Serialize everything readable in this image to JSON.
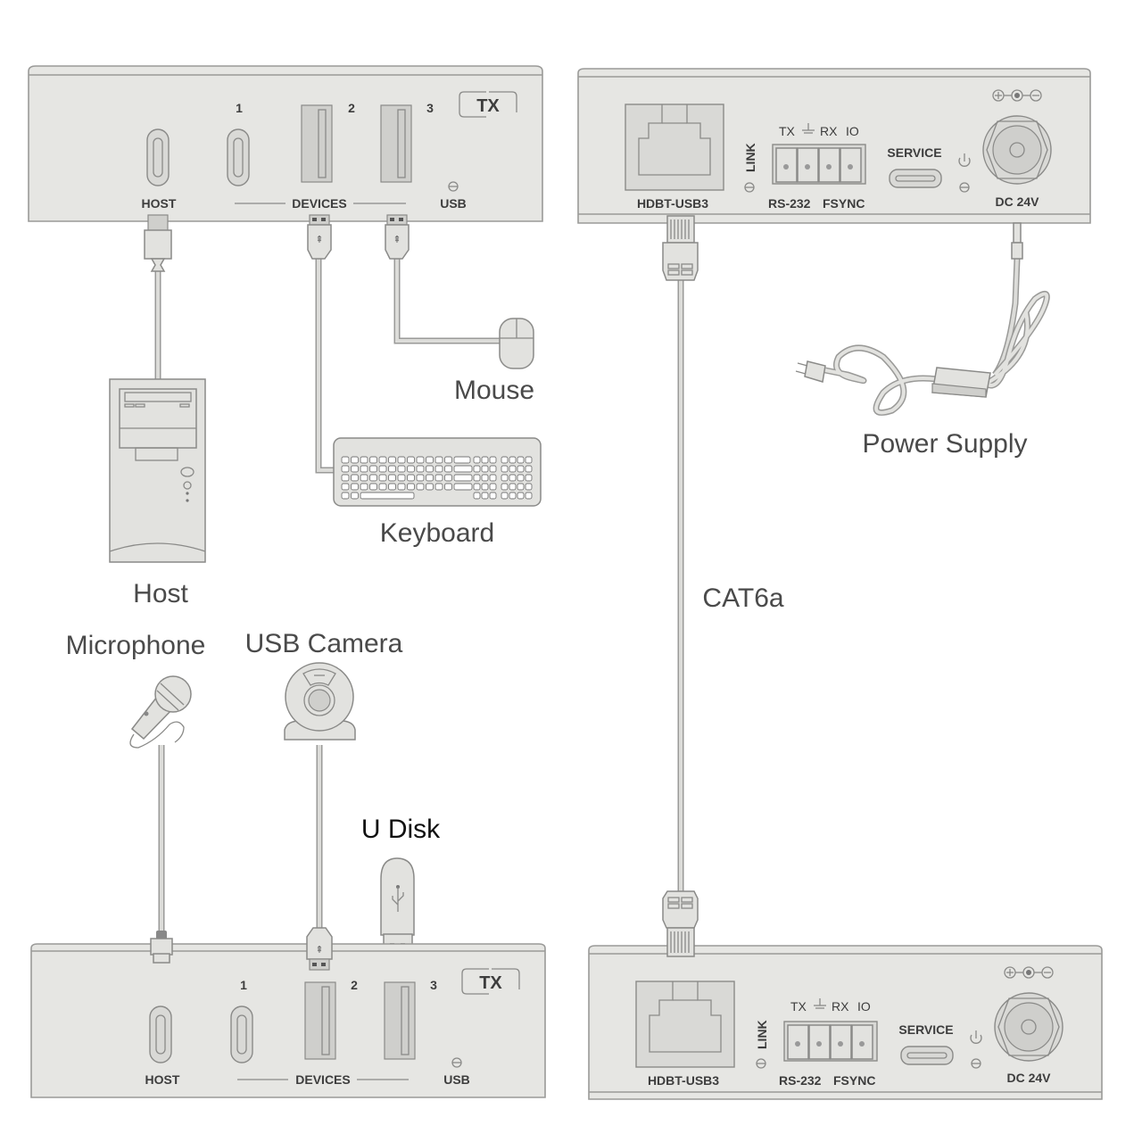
{
  "diagram": {
    "colors": {
      "body": "#e6e6e3",
      "outline": "#9a9a98",
      "text": "#3d3d3d",
      "caption": "#4a4a4a"
    },
    "tx_top": {
      "badge": "TX",
      "host_label": "HOST",
      "devices_label": "DEVICES",
      "usb_label": "USB",
      "port_numbers": [
        "1",
        "2",
        "3"
      ]
    },
    "tx_bottom": {
      "badge": "TX",
      "host_label": "HOST",
      "devices_label": "DEVICES",
      "usb_label": "USB",
      "port_numbers": [
        "1",
        "2",
        "3"
      ]
    },
    "rx_top": {
      "hdbt_label": "HDBT-USB3",
      "link_label": "LINK",
      "terminal_top_labels": [
        "TX",
        "RX",
        "IO"
      ],
      "rs232_label": "RS-232",
      "fsync_label": "FSYNC",
      "service_label": "SERVICE",
      "dc_label": "DC 24V"
    },
    "rx_bottom": {
      "hdbt_label": "HDBT-USB3",
      "link_label": "LINK",
      "terminal_top_labels": [
        "TX",
        "RX",
        "IO"
      ],
      "rs232_label": "RS-232",
      "fsync_label": "FSYNC",
      "service_label": "SERVICE",
      "dc_label": "DC 24V"
    },
    "captions": {
      "mouse": "Mouse",
      "keyboard": "Keyboard",
      "host": "Host",
      "power_supply": "Power Supply",
      "cable": "CAT6a",
      "microphone": "Microphone",
      "usb_camera": "USB Camera",
      "u_disk": "U Disk"
    }
  }
}
